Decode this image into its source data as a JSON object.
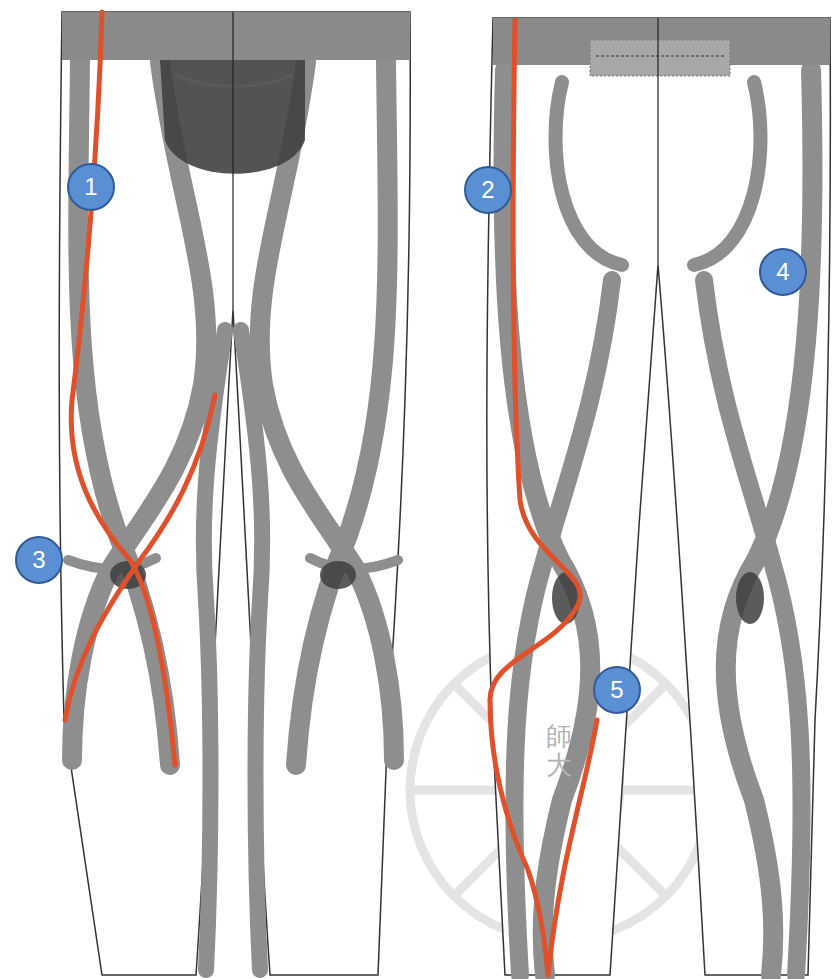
{
  "diagram": {
    "nodes": [
      {
        "text": [
          "1"
        ]
      },
      {
        "text": [
          "2"
        ]
      },
      {
        "text": [
          "3"
        ]
      },
      {
        "text": [
          "4"
        ]
      },
      {
        "text": [
          "5"
        ]
      }
    ],
    "labels": [
      "師大"
    ]
  }
}
